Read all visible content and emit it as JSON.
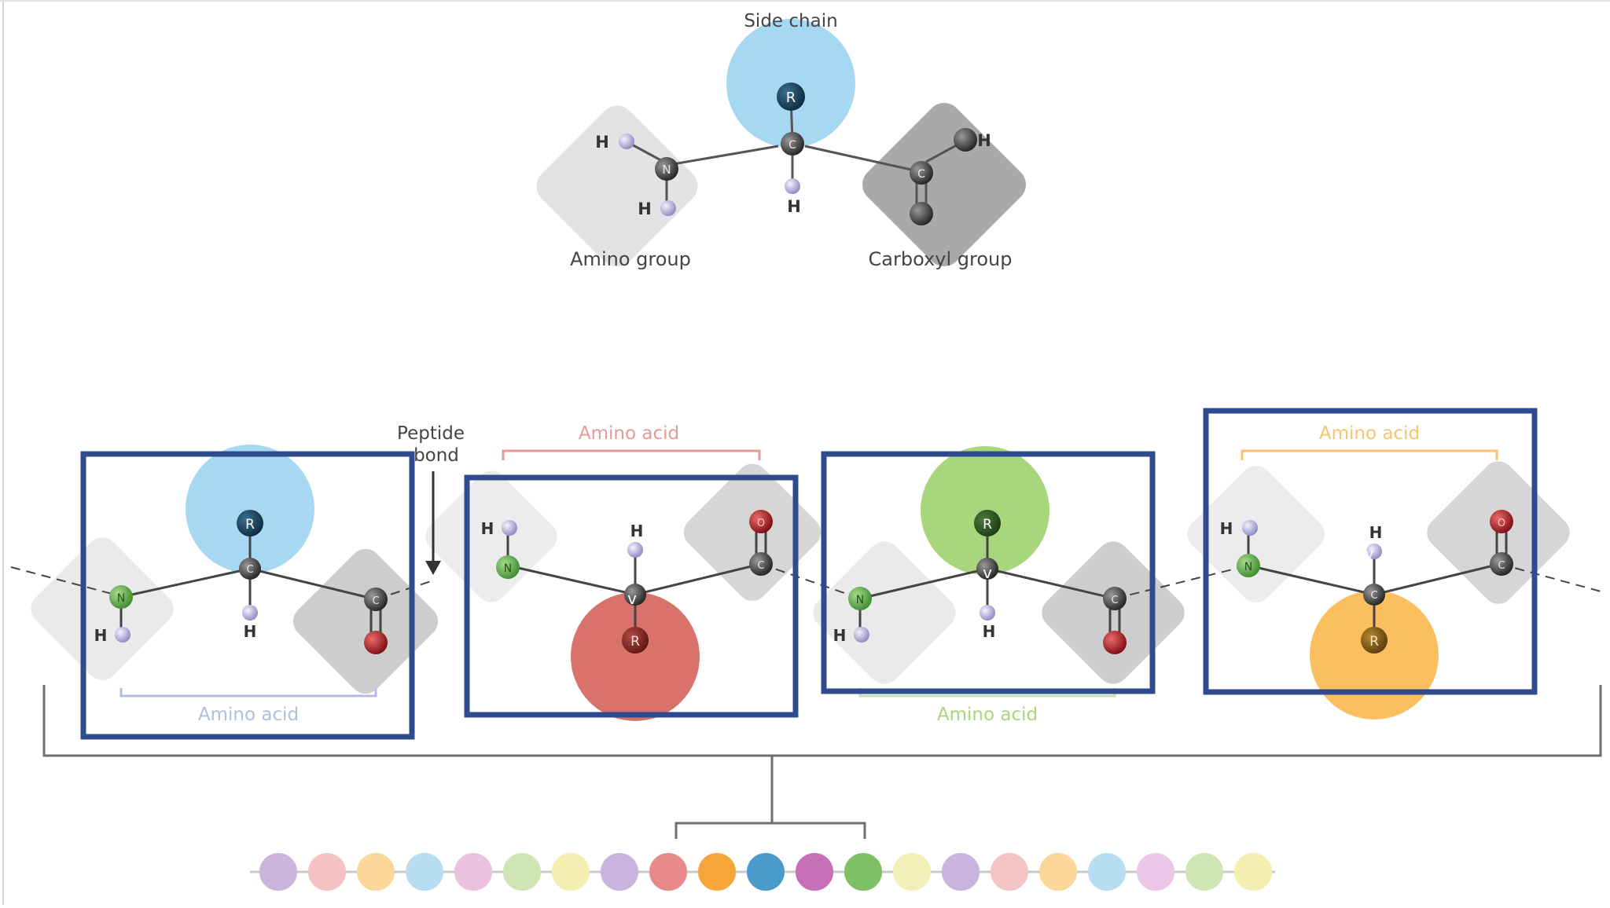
{
  "top": {
    "side_chain_label": "Side chain",
    "amino_group_label": "Amino group",
    "carboxyl_group_label": "Carboxyl group"
  },
  "peptide_bond_label_line1": "Peptide",
  "peptide_bond_label_line2": "bond",
  "chain_labels": [
    "Amino acid",
    "Amino acid",
    "Amino acid",
    "Amino acid"
  ],
  "atoms": {
    "r": "R",
    "c": "C",
    "n": "N",
    "h": "H",
    "o": "O",
    "v": "v"
  },
  "colors": {
    "blue": "#a6d8f2",
    "red": "#d9726b",
    "green": "#a8d67c",
    "orange": "#fbbf5f",
    "box": "#2f4b8f",
    "light_diamond": "#e3e3e3",
    "dark_diamond": "#a9a9a9"
  },
  "bead_colors": [
    "#cdb4dc",
    "#f5c1c1",
    "#fbd79a",
    "#b8dcf0",
    "#ebc1e0",
    "#cfe5b3",
    "#f4eeb0",
    "#c8b4de",
    "#e98a8a",
    "#f6a53a",
    "#4a9acb",
    "#c76fb8",
    "#7fc065",
    "#f3efb8",
    "#c8b4de",
    "#f5c5c5",
    "#fbd79a",
    "#b8dcf0",
    "#ebc6e6",
    "#cfe5b3",
    "#f4eeb0"
  ]
}
